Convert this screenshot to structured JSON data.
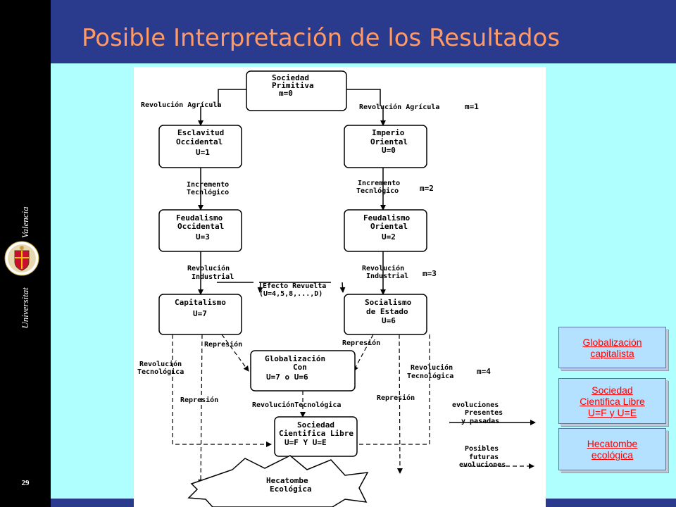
{
  "slide": {
    "title": "Posible Interpretación de los Resultados",
    "page_number": "29",
    "sidebar_univ": "Universitat",
    "sidebar_city": "Valencia"
  },
  "diagram": {
    "nodes": {
      "primitiva": [
        "Sociedad",
        "Primitiva",
        "m=0"
      ],
      "esclavitud": [
        "Esclavitud",
        "Occidental",
        "U=1"
      ],
      "imperio": [
        "Imperio",
        "Oriental",
        "U=0"
      ],
      "feud_occ": [
        "Feudalismo",
        "Occidental",
        "U=3"
      ],
      "feud_ori": [
        "Feudalismo",
        "Oriental",
        "U=2"
      ],
      "capitalismo": [
        "Capitalismo",
        "U=7"
      ],
      "socialismo": [
        "Socialismo",
        "de Estado",
        "U=6"
      ],
      "globalizacion": [
        "Globalización",
        "Con",
        "U=7  o  U=6"
      ],
      "libre": [
        "Sociedad",
        "Cientifica Libre",
        "U=F  Y U=E"
      ],
      "hecatombe": [
        "Hecatombe",
        "Ecológica"
      ]
    },
    "edges": {
      "rev_agricola_left": "Revolución Agrícula",
      "rev_agricola_right": "Revolución Agrícula",
      "m1": "m=1",
      "inc_tec_left": [
        "Incremento",
        "Tecnlógico"
      ],
      "inc_tec_right": [
        "Incremento",
        "Tecnlógico"
      ],
      "m2": "m=2",
      "rev_ind_left": [
        "Revolución",
        "Industrial"
      ],
      "rev_ind_right": [
        "Revolución",
        "Industrial"
      ],
      "m3": "m=3",
      "efecto_revuelta": [
        "Efecto Revuelta",
        "(U=4,5,8,...,D)"
      ],
      "represion_1": "Represión",
      "represion_2": "Represión",
      "represion_3": "Represión",
      "represion_4": "Represión",
      "rev_tec_left": [
        "Revolución",
        "Tecnológica"
      ],
      "rev_tec_right": [
        "Revolución",
        "Tecnológica"
      ],
      "m4": "m=4",
      "rev_tec_center": "RevoluciónTecnológica"
    },
    "legend": {
      "presentes": [
        "evoluciones",
        "Presentes",
        "y pasadas"
      ],
      "futuras": [
        "Posibles",
        "futuras",
        "evoluciones"
      ]
    }
  },
  "buttons": {
    "globalizacion": [
      "Globalización",
      "capitalista"
    ],
    "sociedad": [
      "Sociedad",
      "Cientifica Libre",
      "U=F y U=E"
    ],
    "hecatombe": [
      "Hecatombe",
      "ecológica"
    ]
  },
  "colors": {
    "sidebar": "#000000",
    "header": "#2a3a8c",
    "title": "#ff9966",
    "content_bg": "#b0ffff",
    "link": "#ff0000",
    "button_bg": "#b3e1ff"
  }
}
